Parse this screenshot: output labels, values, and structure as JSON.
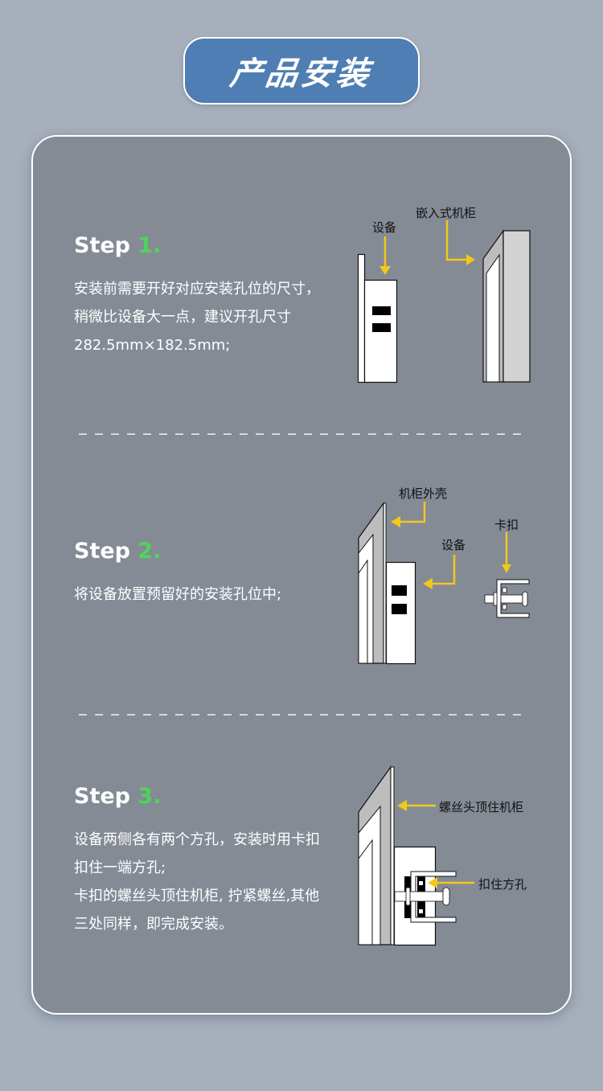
{
  "header": {
    "title": "产品安装"
  },
  "colors": {
    "page_bg": "#a6afbb",
    "card_bg": "#848b95",
    "title_pill": "#4e7eb3",
    "step_number": "#4fd45a",
    "arrow": "#f3c81a"
  },
  "steps": [
    {
      "label": "Step ",
      "number": "1.",
      "description": "安装前需要开好对应安装孔位的尺寸，稍微比设备大一点，建议开孔尺寸 282.5mm×182.5mm;",
      "diagram_labels": {
        "device": "设备",
        "cabinet": "嵌入式机柜"
      }
    },
    {
      "label": "Step ",
      "number": "2.",
      "description": "将设备放置预留好的安装孔位中;",
      "diagram_labels": {
        "shell": "机柜外壳",
        "device": "设备",
        "clip": "卡扣"
      }
    },
    {
      "label": "Step ",
      "number": "3.",
      "description_lines": [
        "设备两侧各有两个方孔，安装时用卡扣扣住一端方孔;",
        "卡扣的螺丝头顶住机柜, 拧紧螺丝,其他三处同样，即完成安装。"
      ],
      "diagram_labels": {
        "screw": "螺丝头顶住机柜",
        "hole": "扣住方孔"
      }
    }
  ]
}
